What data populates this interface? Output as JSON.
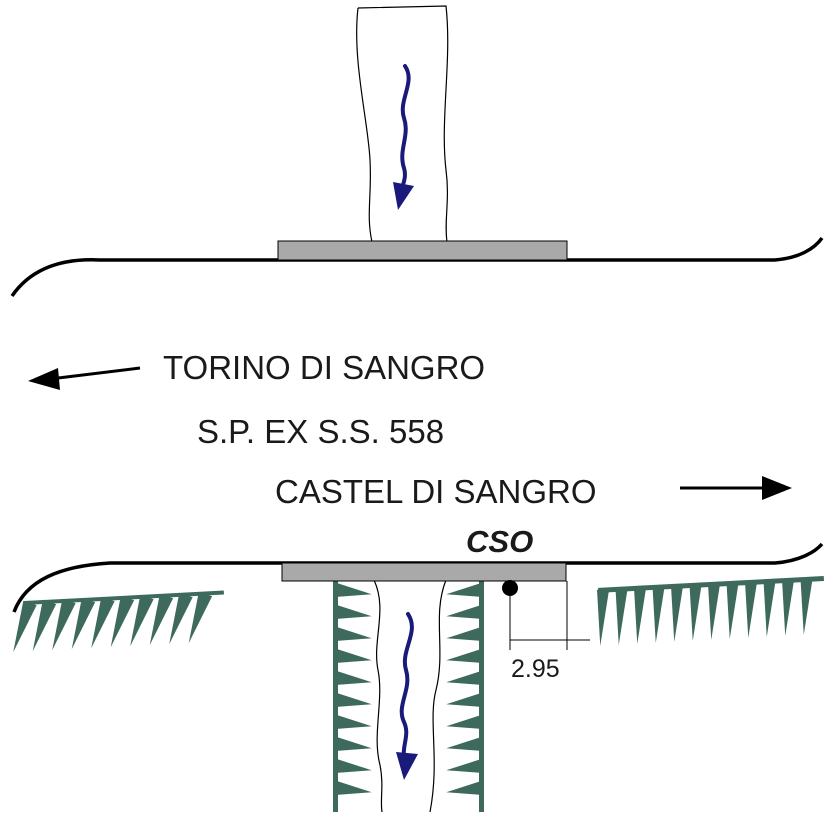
{
  "labels": {
    "towards_left": "TORINO DI SANGRO",
    "road_name": "S.P. EX S.S. 558",
    "towards_right": "CASTEL DI SANGRO",
    "station_code": "CSO",
    "offset_distance": "2.95"
  },
  "colors": {
    "line": "#000000",
    "bridge_deck": "#a9a9a9",
    "flow_arrow": "#1a1a7a",
    "bank_vegetation": "#3d6a5c"
  },
  "icons": {
    "left_direction": "arrow-left-icon",
    "right_direction": "arrow-right-icon",
    "flow_direction": "wavy-arrow-down-icon",
    "station_marker": "dot-marker-icon"
  }
}
